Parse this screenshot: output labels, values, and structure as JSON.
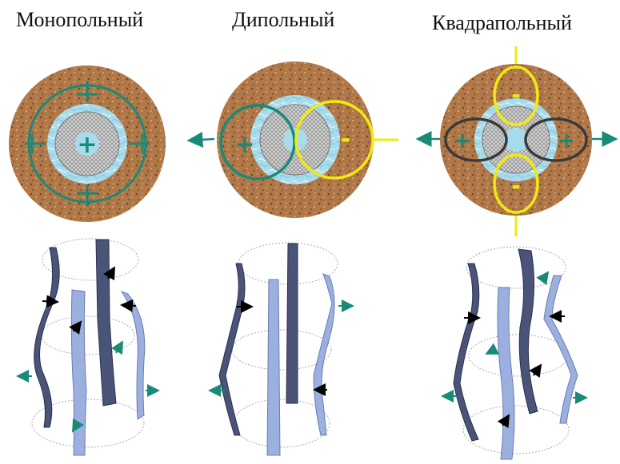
{
  "titles": {
    "monopole": "Монопольный",
    "dipole": "Дипольный",
    "quadrupole": "Квадрапольный"
  },
  "symbols": {
    "plus": "+",
    "minus": "-"
  },
  "colors": {
    "formation": "#b07848",
    "borehole_fluid": "#a8dcec",
    "tool": "#cfcfcf",
    "teal_lines": "#1a8a78",
    "yellow_lines": "#f0ea10",
    "dark_lobes": "#3a3a3a",
    "strip_dark": "#4a5478",
    "strip_light": "#9cb0e0",
    "arrow_black": "#000000",
    "arrow_teal": "#1a8a78"
  }
}
